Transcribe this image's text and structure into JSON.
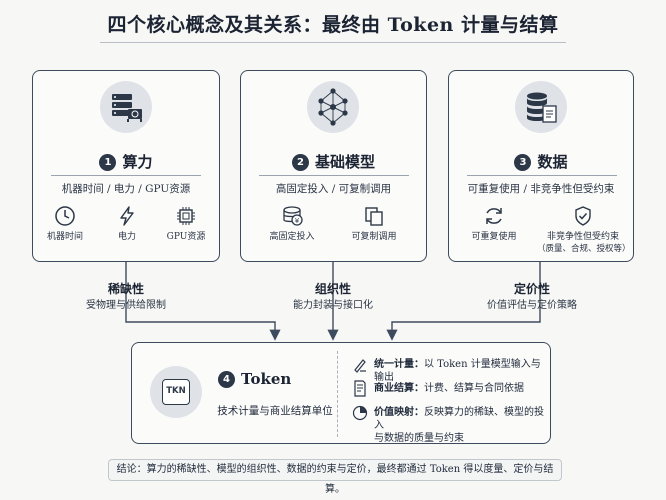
{
  "title": "四个核心概念及其关系：最终由 Token 计量与结算",
  "cards": [
    {
      "number": "1",
      "name": "算力",
      "subtitle": "机器时间 / 电力 / GPU资源",
      "items": [
        "机器时间",
        "电力",
        "GPU资源"
      ],
      "hero_icon": "server-icon",
      "item_icons": [
        "clock-icon",
        "lightning-icon",
        "chip-icon"
      ]
    },
    {
      "number": "2",
      "name": "基础模型",
      "subtitle": "高固定投入 / 可复制调用",
      "items": [
        "高固定投入",
        "可复制调用"
      ],
      "hero_icon": "neural-network-icon",
      "item_icons": [
        "money-stack-icon",
        "copy-icon"
      ]
    },
    {
      "number": "3",
      "name": "数据",
      "subtitle": "可重复使用 / 非竞争性但受约束",
      "items": [
        "可重复使用",
        "非竞争性但受约束",
        "（质量、合规、授权等）"
      ],
      "hero_icon": "database-icon",
      "item_icons": [
        "refresh-icon",
        "shield-check-icon"
      ]
    }
  ],
  "relations": [
    {
      "title": "稀缺性",
      "subtitle": "受物理与供给限制"
    },
    {
      "title": "组织性",
      "subtitle": "能力封装与接口化"
    },
    {
      "title": "定价性",
      "subtitle": "价值评估与定价策略"
    }
  ],
  "token": {
    "number": "4",
    "name": "Token",
    "badge": "TKN",
    "subtitle": "技术计量与商业结算单位",
    "roles": [
      {
        "label": "统一计量：",
        "text": "以 Token 计量模型输入与输出",
        "icon": "ruler-pencil-icon"
      },
      {
        "label": "商业结算：",
        "text": "计费、结算与合同依据",
        "icon": "invoice-icon"
      },
      {
        "label": "价值映射：",
        "text": "反映算力的稀缺、模型的投入",
        "text2": "与数据的质量与约束",
        "icon": "pie-chart-icon"
      }
    ]
  },
  "conclusion": "结论：算力的稀缺性、模型的组织性、数据的约束与定价，最终都通过 Token 得以度量、定价与结算。",
  "colors": {
    "border": "#3e4b5e",
    "ink": "#1c2433",
    "circle": "#dfe3e8",
    "arrow": "#3e4b5e"
  }
}
